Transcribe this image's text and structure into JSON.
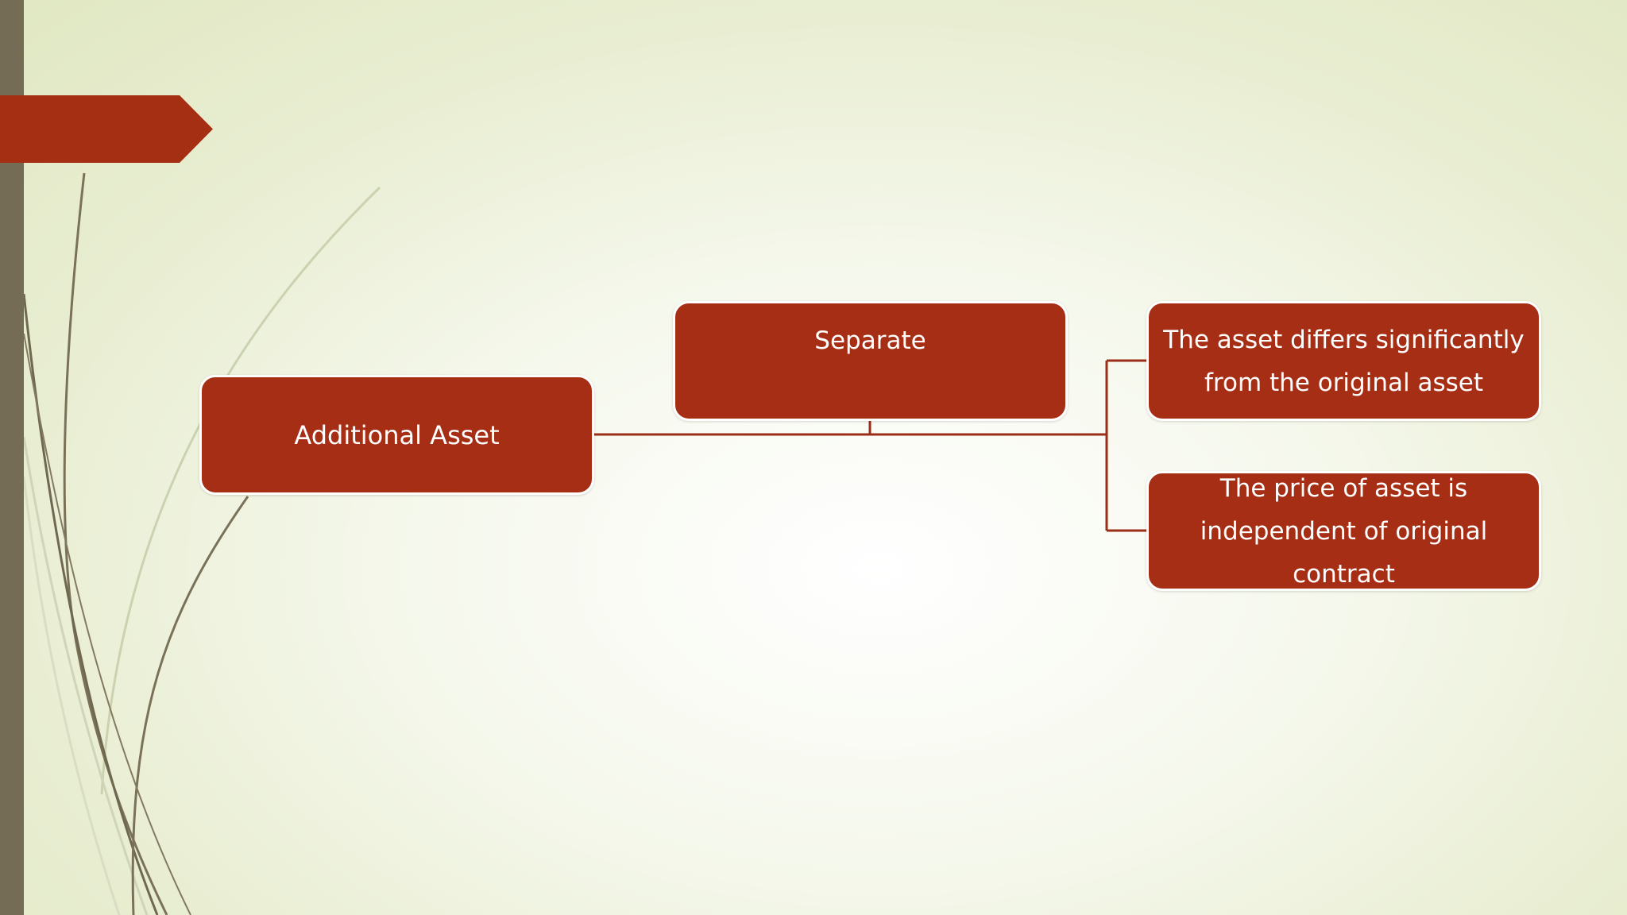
{
  "colors": {
    "node_fill": "#a62e14",
    "node_border": "#ffffff",
    "node_text": "#ffffff",
    "connector": "#9b2e18",
    "accent_bar": "#756c56",
    "title_arrow": "#a52f13"
  },
  "diagram": {
    "root": {
      "label": "Additional Asset"
    },
    "separate": {
      "label": "Separate"
    },
    "conditions": [
      {
        "label": "The asset differs significantly from the original asset"
      },
      {
        "label": "The price of asset is independent of  original contract"
      }
    ]
  }
}
